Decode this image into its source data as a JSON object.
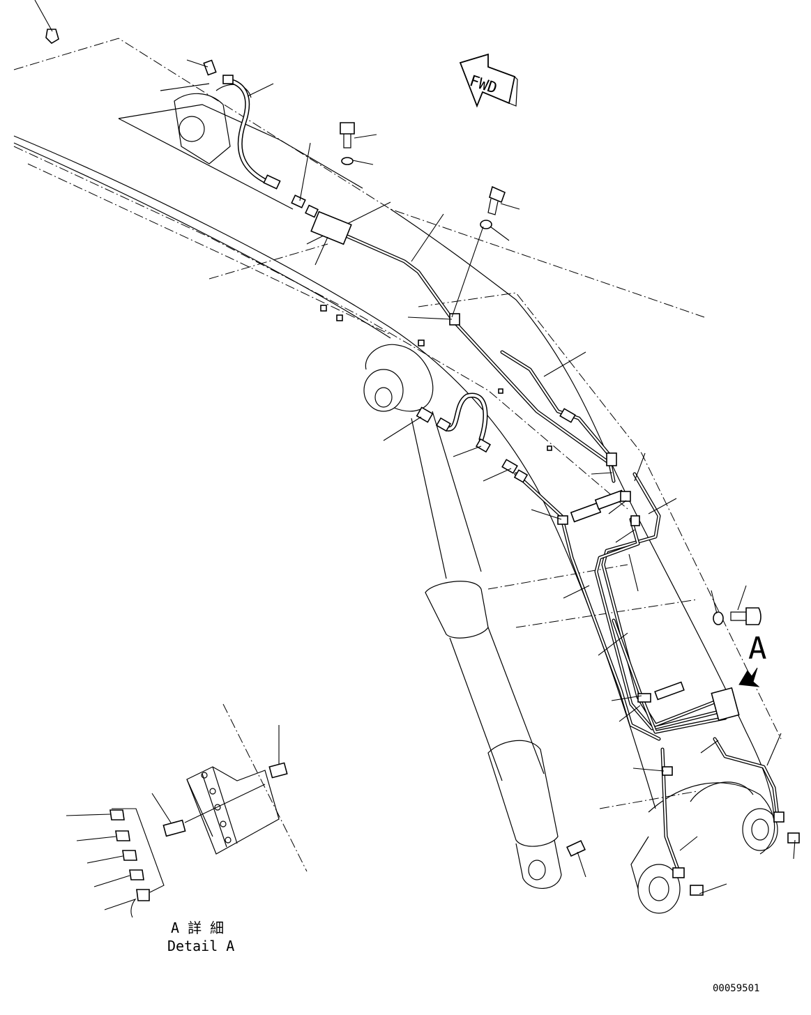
{
  "diagram": {
    "fwd_label": "FWD",
    "view_marker": "A",
    "detail_caption_jp": "A 詳 細",
    "detail_caption_en": "Detail A",
    "drawing_number": "00059501"
  }
}
